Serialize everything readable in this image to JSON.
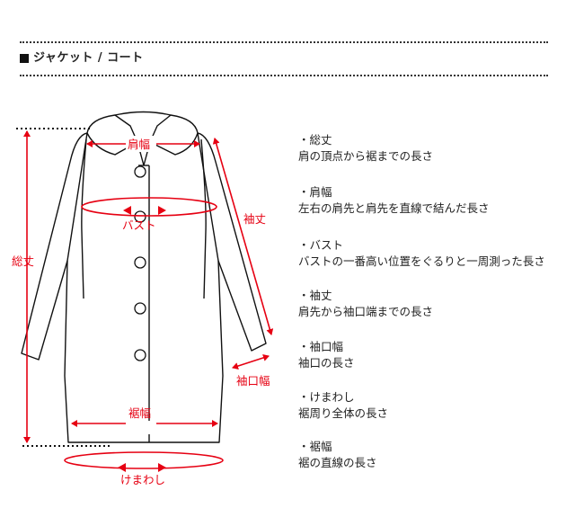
{
  "section": {
    "title": "ジャケット / コート"
  },
  "figure": {
    "labels": {
      "shoulder_width": "肩幅",
      "bust": "バスト",
      "sleeve_length": "袖丈",
      "total_length": "総丈",
      "cuff_width": "袖口幅",
      "hem_width": "裾幅",
      "hem_circumference": "けまわし"
    },
    "accent_color": "#e60012"
  },
  "definitions": [
    {
      "term": "・総丈",
      "desc": "肩の頂点から裾までの長さ"
    },
    {
      "term": "・肩幅",
      "desc": "左右の肩先と肩先を直線で結んだ長さ"
    },
    {
      "term": "・バスト",
      "desc": "バストの一番高い位置をぐるりと一周測った長さ"
    },
    {
      "term": "・袖丈",
      "desc": "肩先から袖口端までの長さ"
    },
    {
      "term": "・袖口幅",
      "desc": "袖口の長さ"
    },
    {
      "term": "・けまわし",
      "desc": "裾周り全体の長さ"
    },
    {
      "term": "・裾幅",
      "desc": "裾の直線の長さ"
    }
  ]
}
